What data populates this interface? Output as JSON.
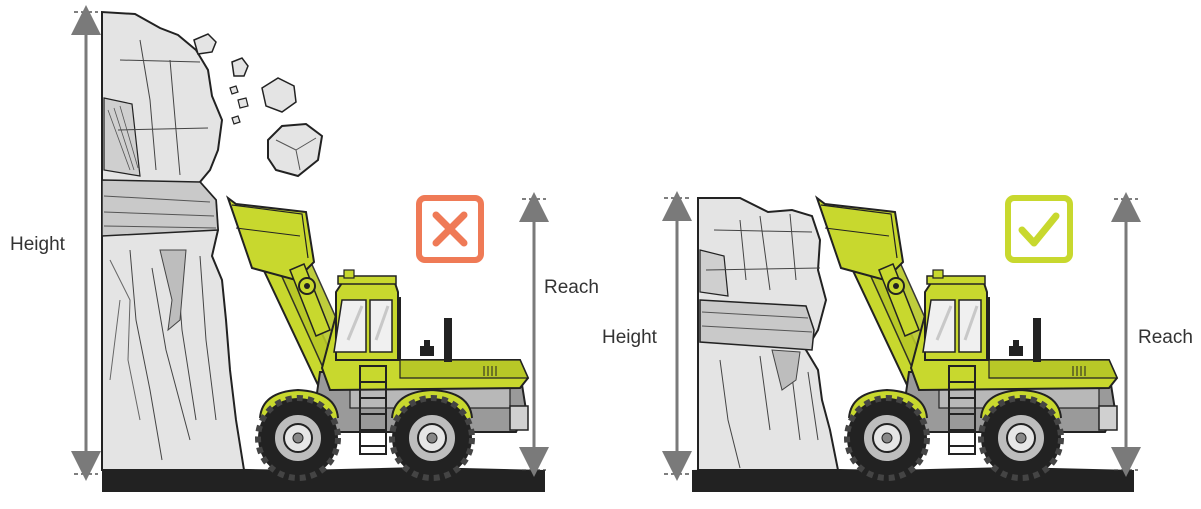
{
  "labels": {
    "left_height": "Height",
    "left_reach": "Reach",
    "right_height": "Height",
    "right_reach": "Reach"
  },
  "panels": [
    {
      "status": "incorrect",
      "status_icon": "cross-icon",
      "status_color": "#EF7A56"
    },
    {
      "status": "correct",
      "status_icon": "check-icon",
      "status_color": "#C8D82E"
    }
  ],
  "colors": {
    "machine_body": "#C8D82E",
    "machine_dark": "#A9B81E",
    "rock": "#E3E3E3",
    "rock_shade": "#C9C9C9",
    "ground": "#222222",
    "arrow": "#7A7A7A"
  }
}
